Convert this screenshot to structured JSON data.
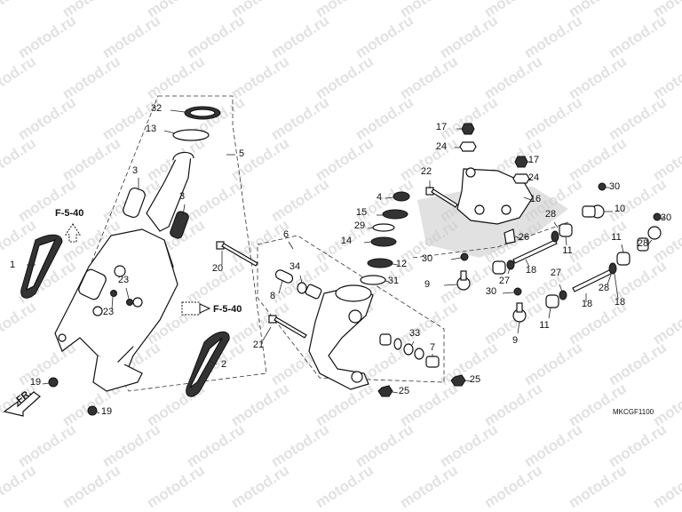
{
  "watermark": "motod.ru",
  "diagram_code": "MKCGF1100",
  "direction_label": "FR.",
  "refs": [
    "F-5-40",
    "F-5-40"
  ],
  "callouts": [
    "1",
    "2",
    "3",
    "3",
    "5",
    "13",
    "32",
    "19",
    "19",
    "20",
    "21",
    "23",
    "23",
    "6",
    "34",
    "8",
    "33",
    "7",
    "25",
    "25",
    "22",
    "17",
    "24",
    "17",
    "24",
    "16",
    "4",
    "15",
    "29",
    "14",
    "12",
    "31",
    "9",
    "30",
    "26",
    "28",
    "11",
    "18",
    "30",
    "10",
    "30",
    "11",
    "28",
    "18",
    "27",
    "30",
    "11",
    "27",
    "9",
    "28",
    "18"
  ]
}
